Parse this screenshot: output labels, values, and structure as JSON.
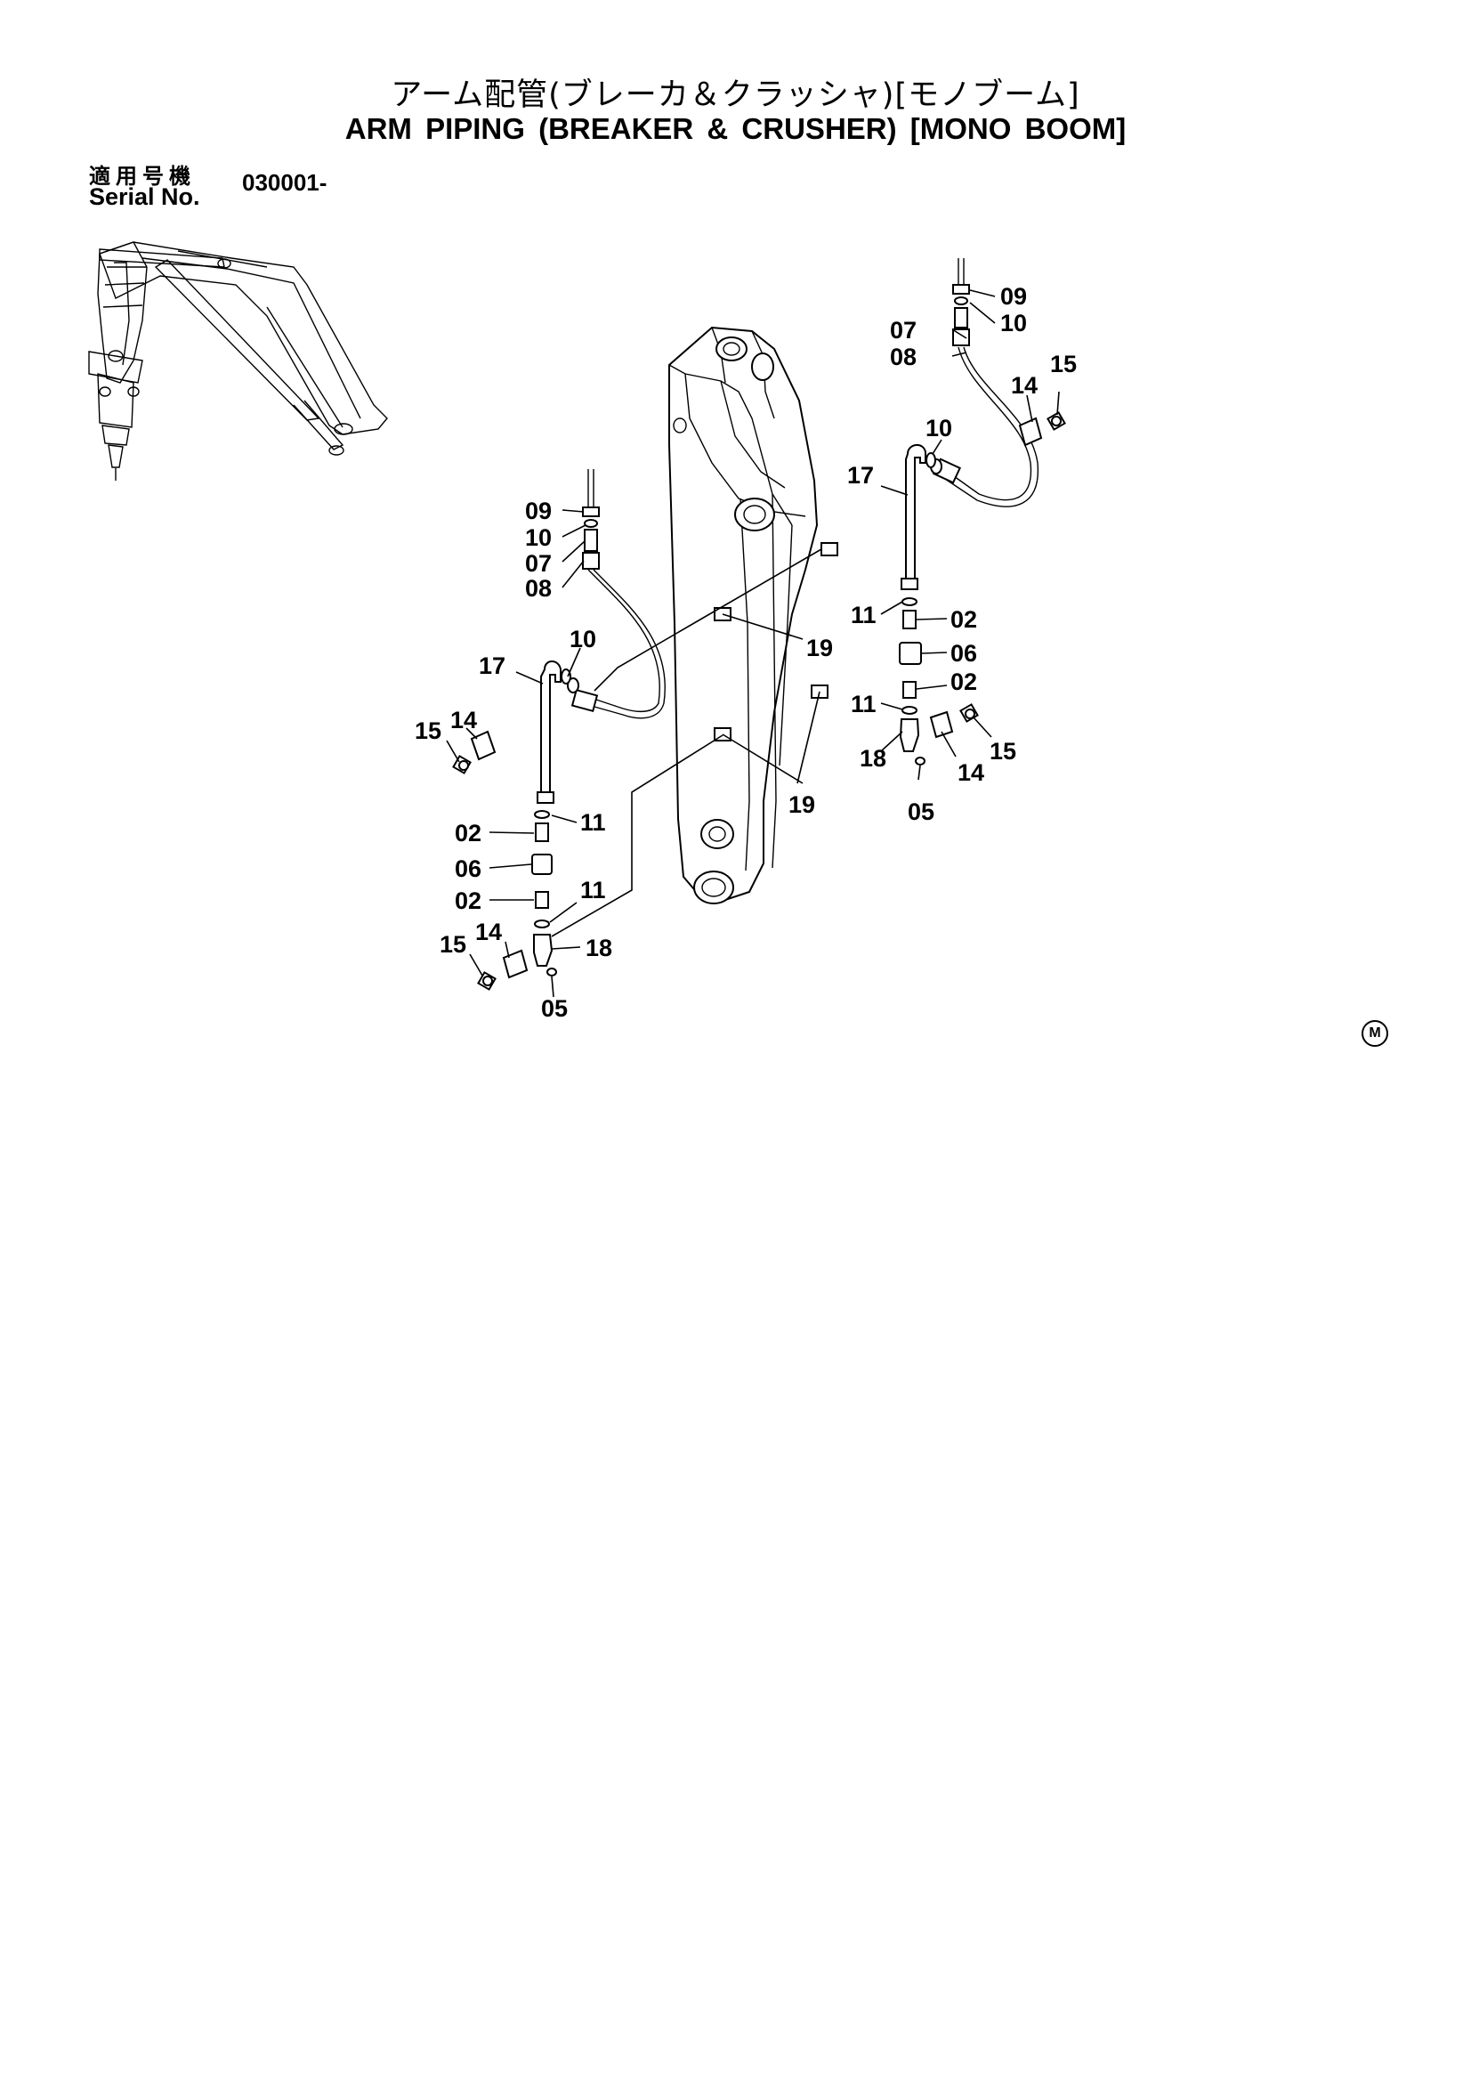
{
  "header": {
    "title_jp": "アーム配管(ブレーカ＆クラッシャ)[モノブーム]",
    "title_en": "ARM  PIPING  (BREAKER & CRUSHER) [MONO  BOOM]"
  },
  "serial": {
    "label_jp": "適用号機",
    "label_en": "Serial No.",
    "value": "030001-"
  },
  "callouts": {
    "c01": "09",
    "c02": "10",
    "c03": "07",
    "c04": "08",
    "c05": "14",
    "c06": "15",
    "c07": "10",
    "c08": "17",
    "c09": "11",
    "c10": "02",
    "c11": "06",
    "c12": "11",
    "c13": "02",
    "c14": "18",
    "c15": "15",
    "c16": "14",
    "c17": "05",
    "c18": "19",
    "c19": "19",
    "c20": "09",
    "c21": "10",
    "c22": "07",
    "c23": "08",
    "c24": "10",
    "c25": "17",
    "c26": "15",
    "c27": "14",
    "c28": "11",
    "c29": "02",
    "c30": "06",
    "c31": "02",
    "c32": "11",
    "c33": "14",
    "c34": "15",
    "c35": "18",
    "c36": "05"
  },
  "footer": {
    "mark": "M"
  }
}
